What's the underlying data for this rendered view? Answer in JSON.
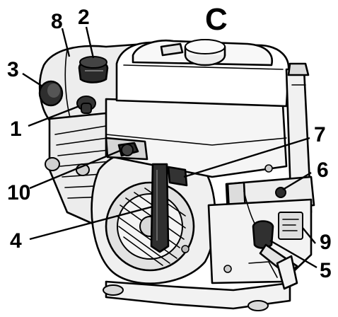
{
  "figure": {
    "panel_letter": "C",
    "callouts": [
      {
        "id": "1",
        "label": "1"
      },
      {
        "id": "2",
        "label": "2"
      },
      {
        "id": "3",
        "label": "3"
      },
      {
        "id": "4",
        "label": "4"
      },
      {
        "id": "5",
        "label": "5"
      },
      {
        "id": "6",
        "label": "6"
      },
      {
        "id": "7",
        "label": "7"
      },
      {
        "id": "8",
        "label": "8"
      },
      {
        "id": "9",
        "label": "9"
      },
      {
        "id": "10",
        "label": "10"
      }
    ]
  }
}
